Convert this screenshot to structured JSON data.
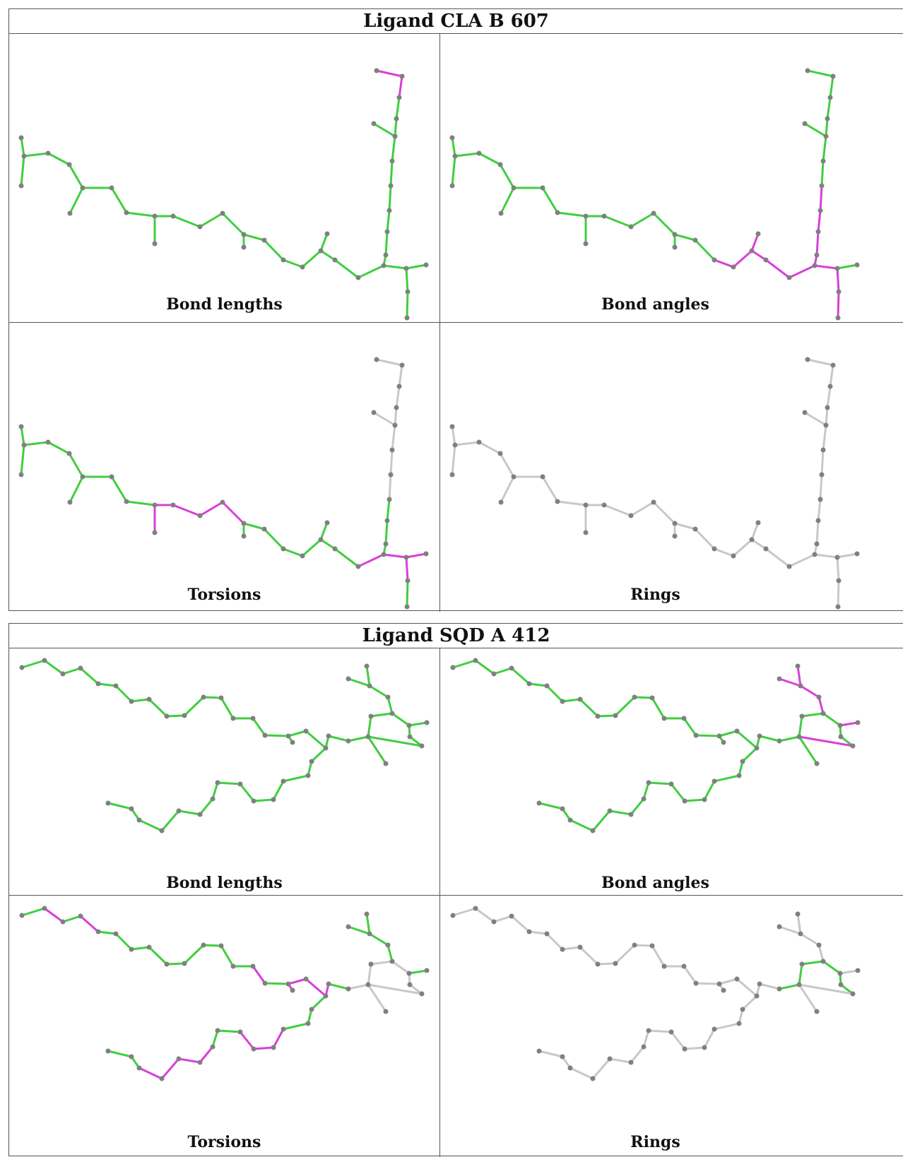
{
  "colors": {
    "ok": "#3fcf3f",
    "outlier": "#d93fd9",
    "neutral": "#c8c8c8",
    "atom": "#808080",
    "border": "#555555"
  },
  "ligands": [
    {
      "title": "Ligand CLA B 607",
      "panels": [
        "Bond lengths",
        "Bond angles",
        "Torsions",
        "Rings"
      ]
    },
    {
      "title": "Ligand SQD A 412",
      "panels": [
        "Bond lengths",
        "Bond angles",
        "Torsions",
        "Rings"
      ]
    }
  ]
}
